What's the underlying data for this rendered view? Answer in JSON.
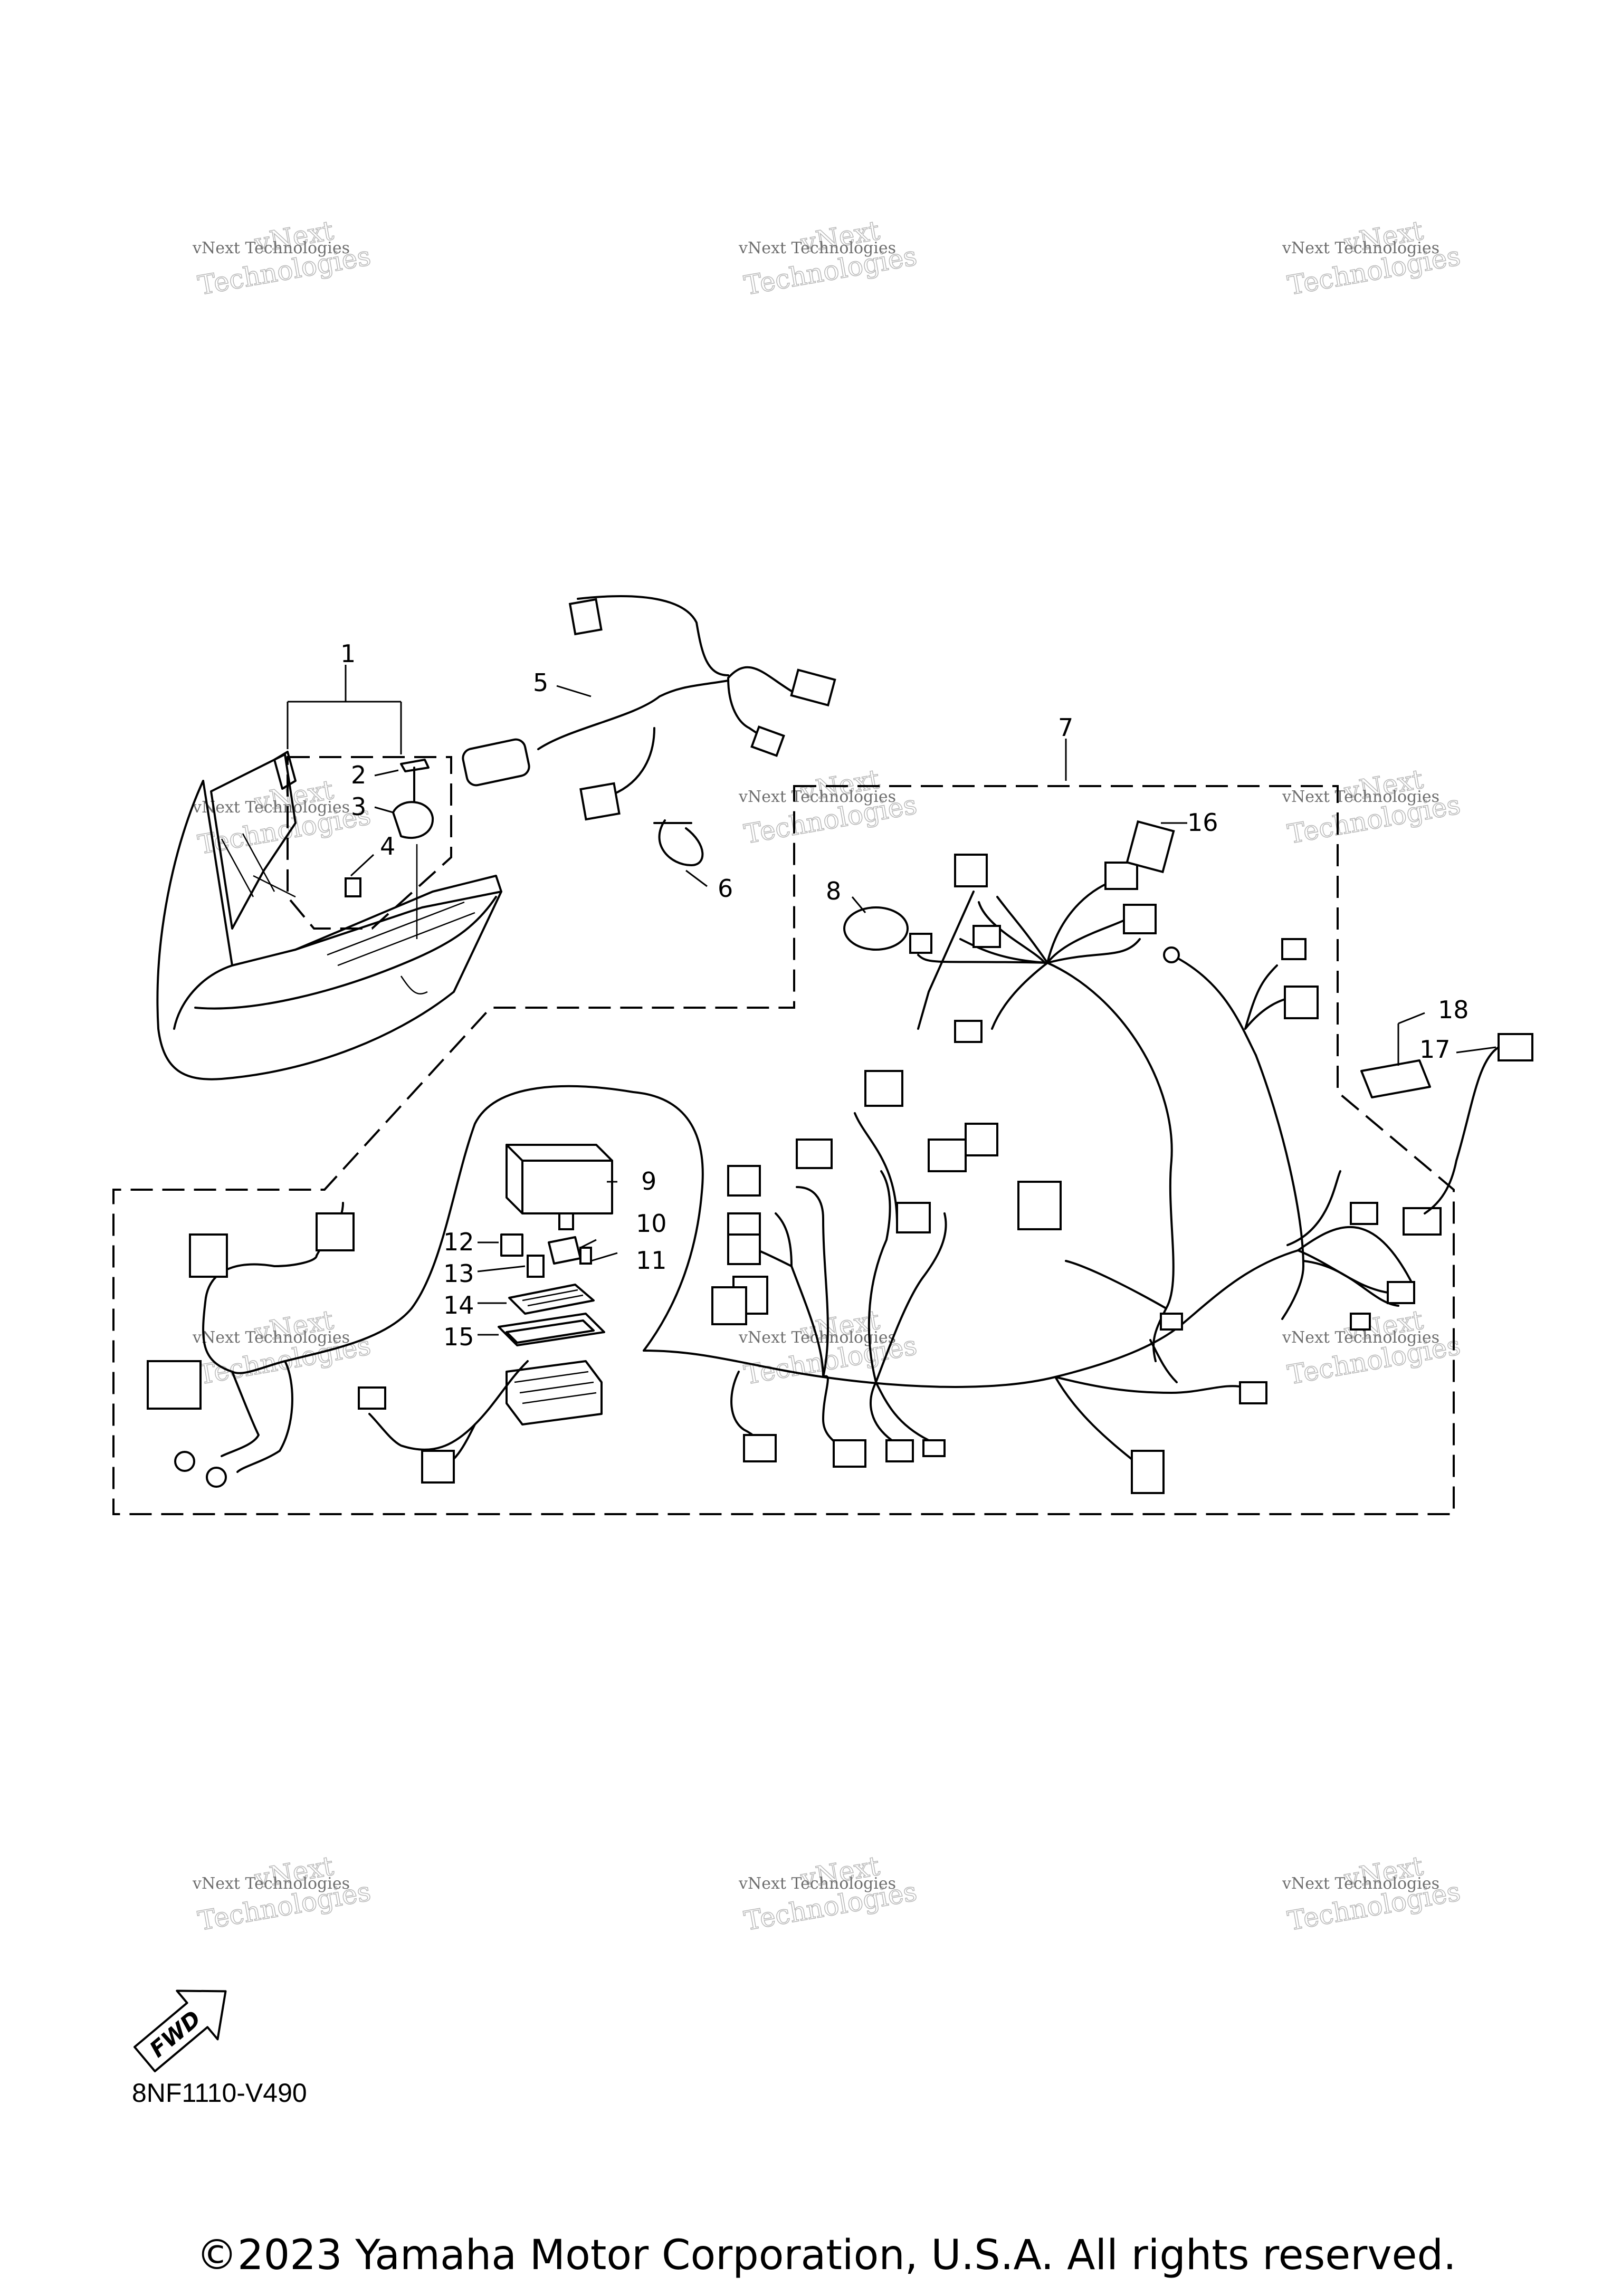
{
  "diagram_code": "8NF1110-V490",
  "copyright": "©2023 Yamaha Motor Corporation, U.S.A. All rights reserved.",
  "fwd_arrow_label": "FWD",
  "watermark": {
    "line1": "vNext Technologies",
    "line2": "Technologies",
    "line3": "vNext"
  },
  "callouts": {
    "c1": "1",
    "c2": "2",
    "c3": "3",
    "c4": "4",
    "c5": "5",
    "c6": "6",
    "c7": "7",
    "c8": "8",
    "c9": "9",
    "c10": "10",
    "c11": "11",
    "c12": "12",
    "c13": "13",
    "c14": "14",
    "c15": "15",
    "c16": "16",
    "c17": "17",
    "c18": "18"
  },
  "icons": {
    "fwd": "fwd-arrow-icon"
  }
}
